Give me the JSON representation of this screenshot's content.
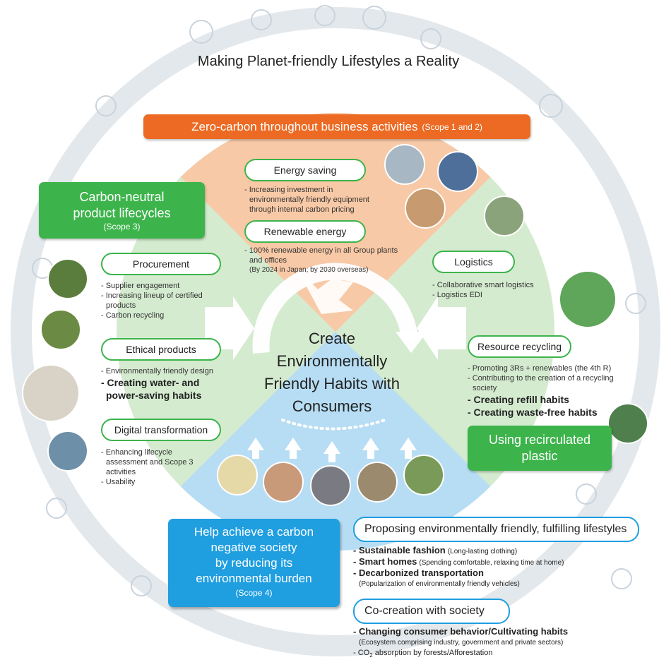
{
  "title": "Making Planet-friendly Lifestyles a Reality",
  "banner": {
    "label": "Zero-carbon throughout business activities",
    "sub": "(Scope 1 and 2)"
  },
  "carbon_neutral": {
    "line1": "Carbon-neutral",
    "line2": "product lifecycles",
    "sub": "(Scope 3)"
  },
  "energy": {
    "label": "Energy saving",
    "items": [
      "- Increasing investment in",
      "environmentally friendly equipment",
      "through internal carbon pricing"
    ]
  },
  "renewable": {
    "label": "Renewable energy",
    "items": [
      "- 100% renewable energy in all Group plants",
      "and offices"
    ],
    "note": "(By 2024 in Japan; by 2030 overseas)"
  },
  "procurement": {
    "label": "Procurement",
    "items": [
      "- Supplier engagement",
      "- Increasing lineup of certified",
      "products",
      "- Carbon recycling"
    ]
  },
  "ethical": {
    "label": "Ethical products",
    "items": [
      "- Environmentally friendly design"
    ],
    "bold1": "- Creating water- and",
    "bold2": "power-saving habits"
  },
  "digital": {
    "label": "Digital transformation",
    "items": [
      "- Enhancing lifecycle",
      "assessment and Scope 3",
      "activities",
      "- Usability"
    ]
  },
  "logistics": {
    "label": "Logistics",
    "items": [
      "- Collaborative smart logistics",
      "- Logistics EDI"
    ]
  },
  "resource": {
    "label": "Resource recycling",
    "items": [
      "- Promoting 3Rs + renewables (the 4th R)",
      "- Contributing to the creation of a recycling",
      "society"
    ],
    "bold1": "- Creating refill habits",
    "bold2": "- Creating waste-free habits"
  },
  "recirc": {
    "line1": "Using recirculated",
    "line2": "plastic"
  },
  "center": {
    "line1": "Create",
    "line2": "Environmentally",
    "line3": "Friendly Habits with",
    "line4": "Consumers"
  },
  "negative": {
    "line1": "Help achieve a carbon",
    "line2": "negative society",
    "line3": "by reducing its",
    "line4": "environmental burden",
    "sub": "(Scope 4)"
  },
  "proposing": {
    "label": "Proposing environmentally friendly, fulfilling lifestyles",
    "i1b": "- Sustainable fashion",
    "i1n": "(Long-lasting clothing)",
    "i2b": "- Smart homes",
    "i2n": "(Spending comfortable, relaxing time at home)",
    "i3b": "- Decarbonized transportation",
    "i3n": "(Popularization of environmentally friendly vehicles)"
  },
  "cocreation": {
    "label": "Co-creation with society",
    "i1b": "- Changing consumer behavior/Cultivating habits",
    "i1n": "(Ecosystem comprising industry, government and private sectors)",
    "i2a": "- CO",
    "i2sub": "2",
    "i2b": " absorption by forests/Afforestation"
  },
  "colors": {
    "orange": "#ec6a23",
    "green": "#3cb44b",
    "blue": "#1f9ee0",
    "peach": "#f8c9a6",
    "lightgreen": "#d4ebcf",
    "lightblue": "#b7ddf4"
  }
}
